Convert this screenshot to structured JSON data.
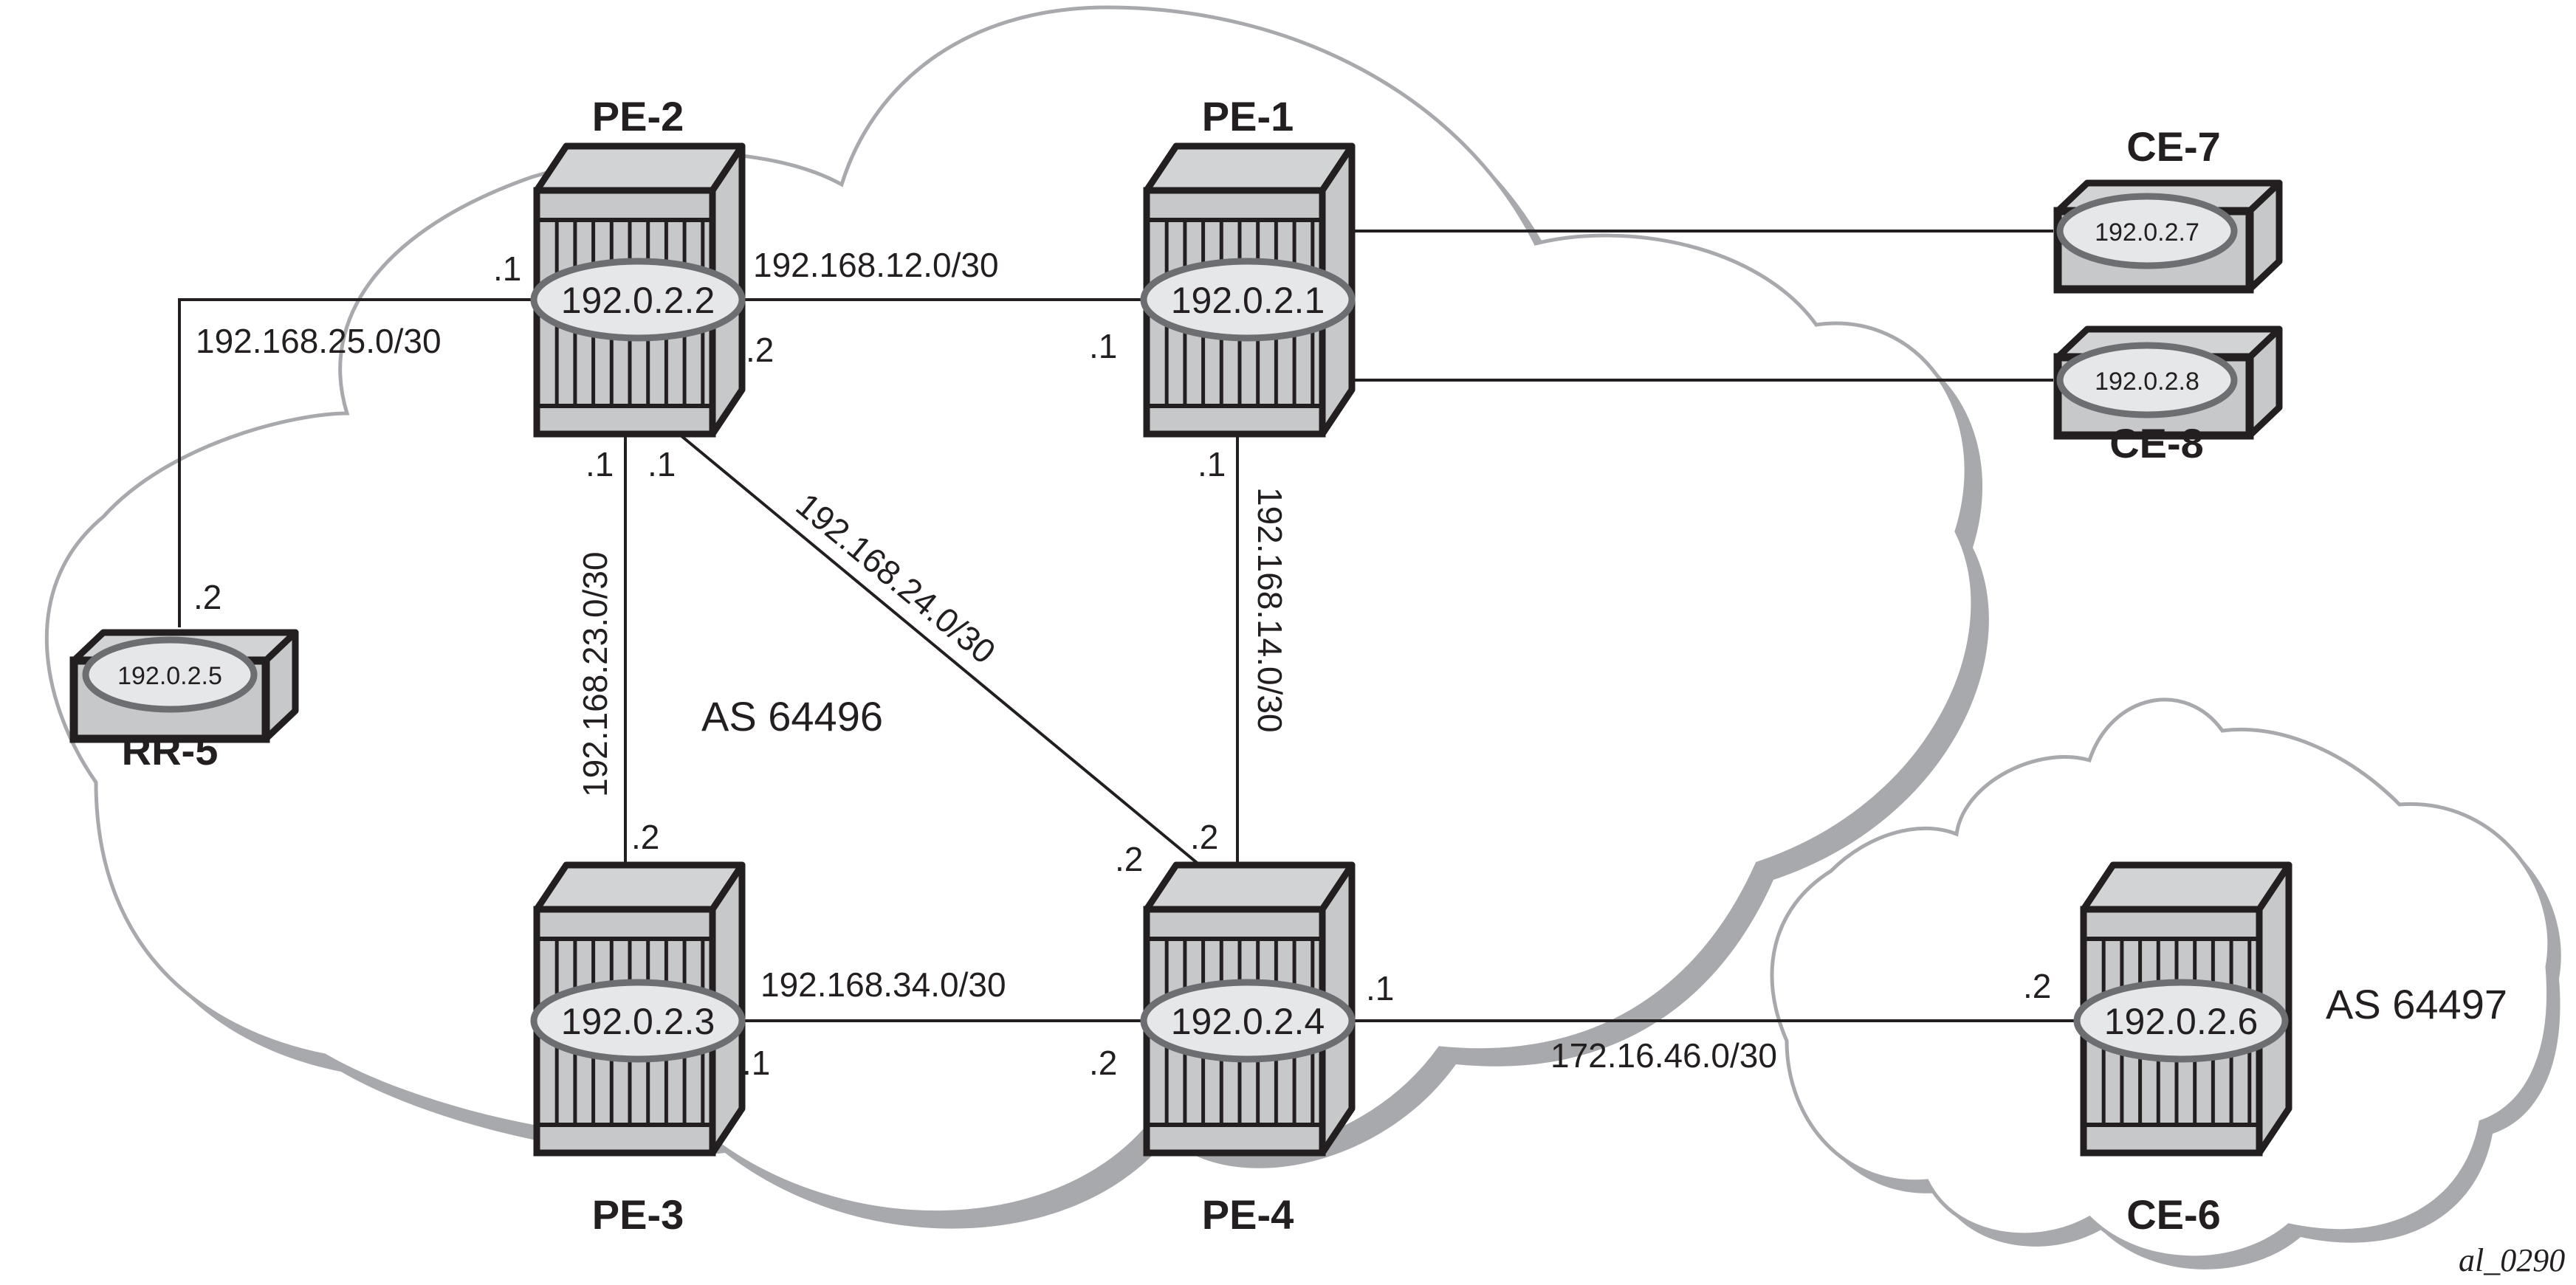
{
  "diagram": {
    "figure_id": "al_0290",
    "autonomous_systems": [
      {
        "id": "as1",
        "label": "AS 64496"
      },
      {
        "id": "as2",
        "label": "AS 64497"
      }
    ],
    "nodes": [
      {
        "id": "pe2",
        "name": "PE-2",
        "system_ip": "192.0.2.2",
        "type": "router-large"
      },
      {
        "id": "pe1",
        "name": "PE-1",
        "system_ip": "192.0.2.1",
        "type": "router-large"
      },
      {
        "id": "pe3",
        "name": "PE-3",
        "system_ip": "192.0.2.3",
        "type": "router-large"
      },
      {
        "id": "pe4",
        "name": "PE-4",
        "system_ip": "192.0.2.4",
        "type": "router-large"
      },
      {
        "id": "ce6",
        "name": "CE-6",
        "system_ip": "192.0.2.6",
        "type": "router-large"
      },
      {
        "id": "ce7",
        "name": "CE-7",
        "system_ip": "192.0.2.7",
        "type": "router-small"
      },
      {
        "id": "ce8",
        "name": "CE-8",
        "system_ip": "192.0.2.8",
        "type": "router-small"
      },
      {
        "id": "rr5",
        "name": "RR-5",
        "system_ip": "192.0.2.5",
        "type": "router-small"
      }
    ],
    "links": [
      {
        "id": "l12",
        "subnet": "192.168.12.0/30",
        "a": "PE-2",
        "a_if": ".2",
        "b": "PE-1",
        "b_if": ".1"
      },
      {
        "id": "l25",
        "subnet": "192.168.25.0/30",
        "a": "PE-2",
        "a_if": ".1",
        "b": "RR-5",
        "b_if": ".2"
      },
      {
        "id": "l23",
        "subnet": "192.168.23.0/30",
        "a": "PE-2",
        "a_if": ".1",
        "b": "PE-3",
        "b_if": ".2"
      },
      {
        "id": "l24",
        "subnet": "192.168.24.0/30",
        "a": "PE-2",
        "a_if": ".1",
        "b": "PE-4",
        "b_if": ".2"
      },
      {
        "id": "l14",
        "subnet": "192.168.14.0/30",
        "a": "PE-1",
        "a_if": ".1",
        "b": "PE-4",
        "b_if": ".2"
      },
      {
        "id": "l34",
        "subnet": "192.168.34.0/30",
        "a": "PE-3",
        "a_if": ".1",
        "b": "PE-4",
        "b_if": ".2"
      },
      {
        "id": "l46",
        "subnet": "172.16.46.0/30",
        "a": "PE-4",
        "a_if": ".1",
        "b": "CE-6",
        "b_if": ".2"
      },
      {
        "id": "l17",
        "subnet": "",
        "a": "PE-1",
        "a_if": "",
        "b": "CE-7",
        "b_if": ""
      },
      {
        "id": "l18",
        "subnet": "",
        "a": "PE-1",
        "a_if": "",
        "b": "CE-8",
        "b_if": ""
      }
    ]
  }
}
